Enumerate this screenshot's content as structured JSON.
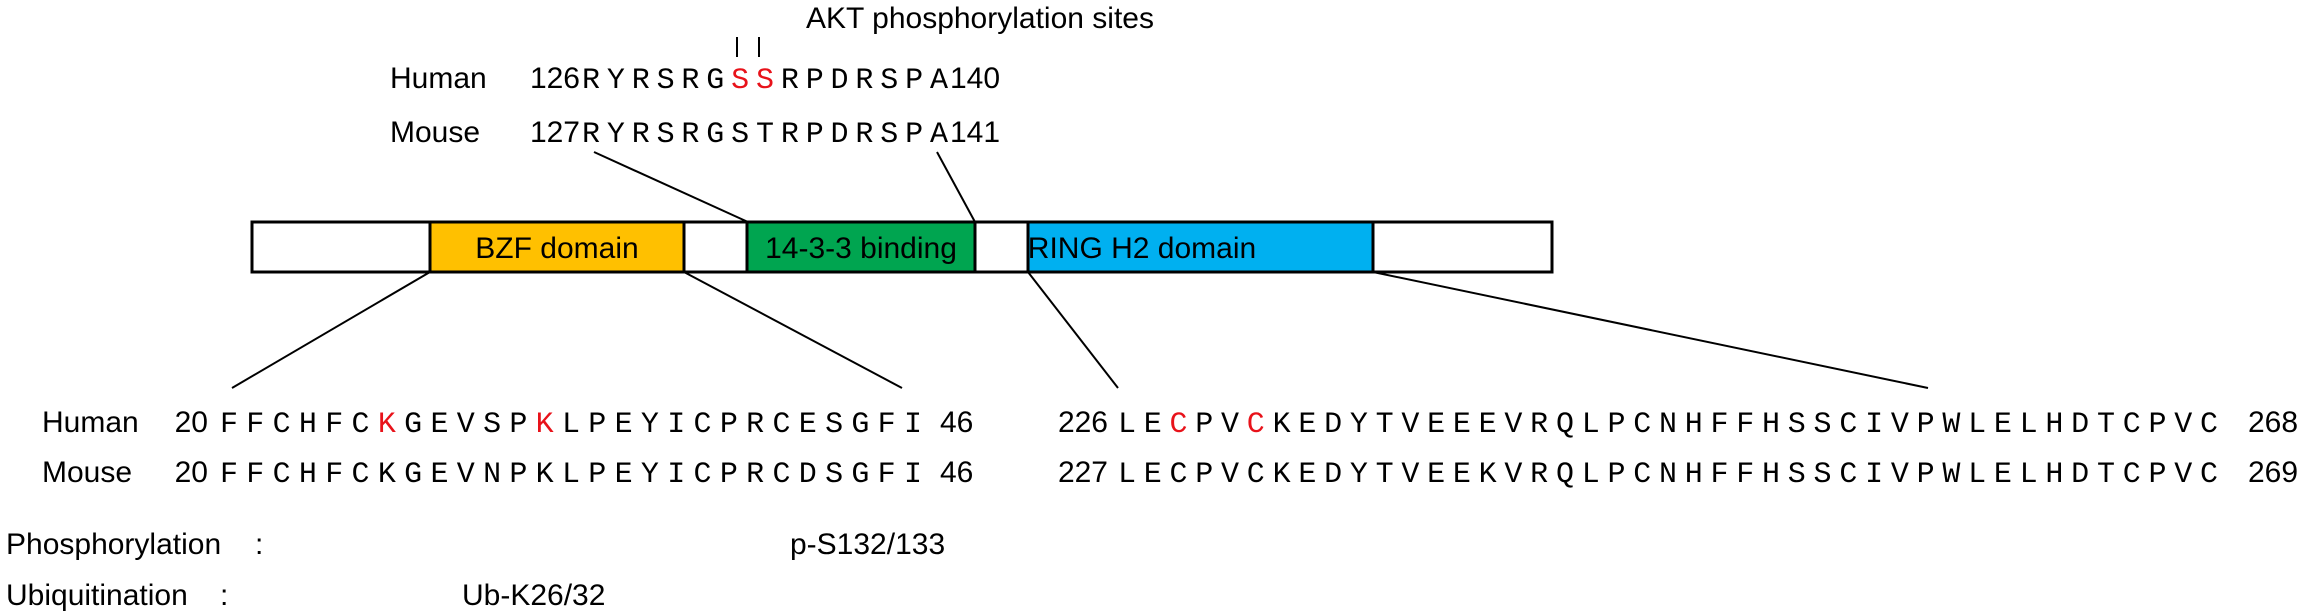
{
  "title": "AKT phosphorylation sites",
  "colors": {
    "highlight": "#e8121a",
    "bzf": "#ffc000",
    "binding": "#00a550",
    "ring": "#00b0f0"
  },
  "protein": {
    "domains": [
      {
        "label": "",
        "fill": "#ffffff"
      },
      {
        "label": "BZF domain",
        "fill": "#ffc000"
      },
      {
        "label": "",
        "fill": "#ffffff"
      },
      {
        "label": "14-3-3 binding",
        "fill": "#00a550"
      },
      {
        "label": "",
        "fill": "#ffffff"
      },
      {
        "label": "RING H2 domain",
        "fill": "#00b0f0"
      },
      {
        "label": "",
        "fill": "#ffffff"
      }
    ]
  },
  "top_alignment": {
    "rows": [
      {
        "species": "Human",
        "start": "126",
        "end": "140",
        "seq": "RYRSRGSSRPDRSPA",
        "highlight": [
          6,
          7
        ]
      },
      {
        "species": "Mouse",
        "start": "127",
        "end": "141",
        "seq": "RYRSRGSTRPDRSPA",
        "highlight": []
      }
    ]
  },
  "bzf_alignment": {
    "rows": [
      {
        "species": "Human",
        "start": "20",
        "end": "46",
        "seq": "FFCHFCKGEVSPKLPEYICPRCESGFI",
        "highlight": [
          6,
          12
        ]
      },
      {
        "species": "Mouse",
        "start": "20",
        "end": "46",
        "seq": "FFCHFCKGEVNPKLPEYICPRCDSGFI",
        "highlight": []
      }
    ]
  },
  "ring_alignment": {
    "rows": [
      {
        "start": "226",
        "end": "268",
        "seq": "LECPVCKEDYTVEEEVRQLPCNHFFHSSCIVPWLELHDTCPVC",
        "highlight": [
          2,
          5
        ]
      },
      {
        "start": "227",
        "end": "269",
        "seq": "LECPVCKEDYTVEEKVRQLPCNHFFHSSCIVPWLELHDTCPVC",
        "highlight": []
      }
    ]
  },
  "modifications": [
    {
      "label": "Phosphorylation",
      "value": "p-S132/133"
    },
    {
      "label": "Ubiquitination",
      "value": "Ub-K26/32"
    }
  ]
}
